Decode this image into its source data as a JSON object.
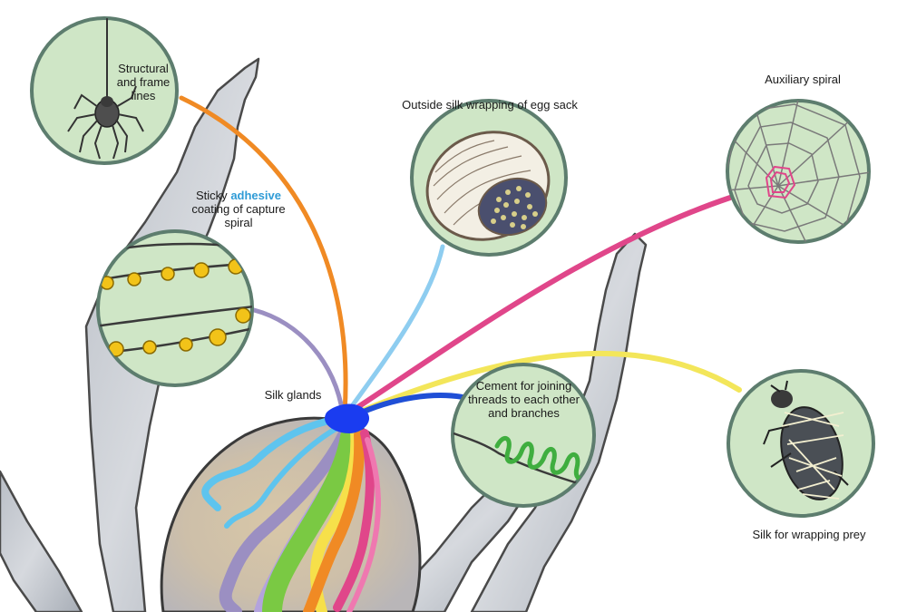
{
  "labels": {
    "structural": "Structural and frame lines",
    "egg_sack": "Outside silk wrapping of egg sack",
    "auxiliary": "Auxiliary spiral",
    "sticky_pre": "Sticky ",
    "sticky_highlight": "adhesive",
    "sticky_post": "coating of capture spiral",
    "silk_glands": "Silk glands",
    "cement": "Cement for joining threads to each other and branches",
    "wrapping": "Silk for wrapping prey"
  },
  "colors": {
    "circle_fill": "#cfe6c6",
    "circle_stroke": "#5d7d6e",
    "structural_line": "#f08a24",
    "egg_sack_line": "#8ecdf0",
    "auxiliary_line": "#e0468a",
    "sticky_line": "#9b8fc2",
    "cement_line": "#1f4fd6",
    "wrapping_line": "#f3e65a",
    "gland_hub": "#1a3cf0",
    "adhesive_highlight": "#2f9bd6"
  },
  "icons": [
    "spider-icon",
    "egg-sack-icon",
    "spider-web-icon",
    "adhesive-droplets-icon",
    "cement-coil-icon",
    "wrapped-insect-icon"
  ]
}
